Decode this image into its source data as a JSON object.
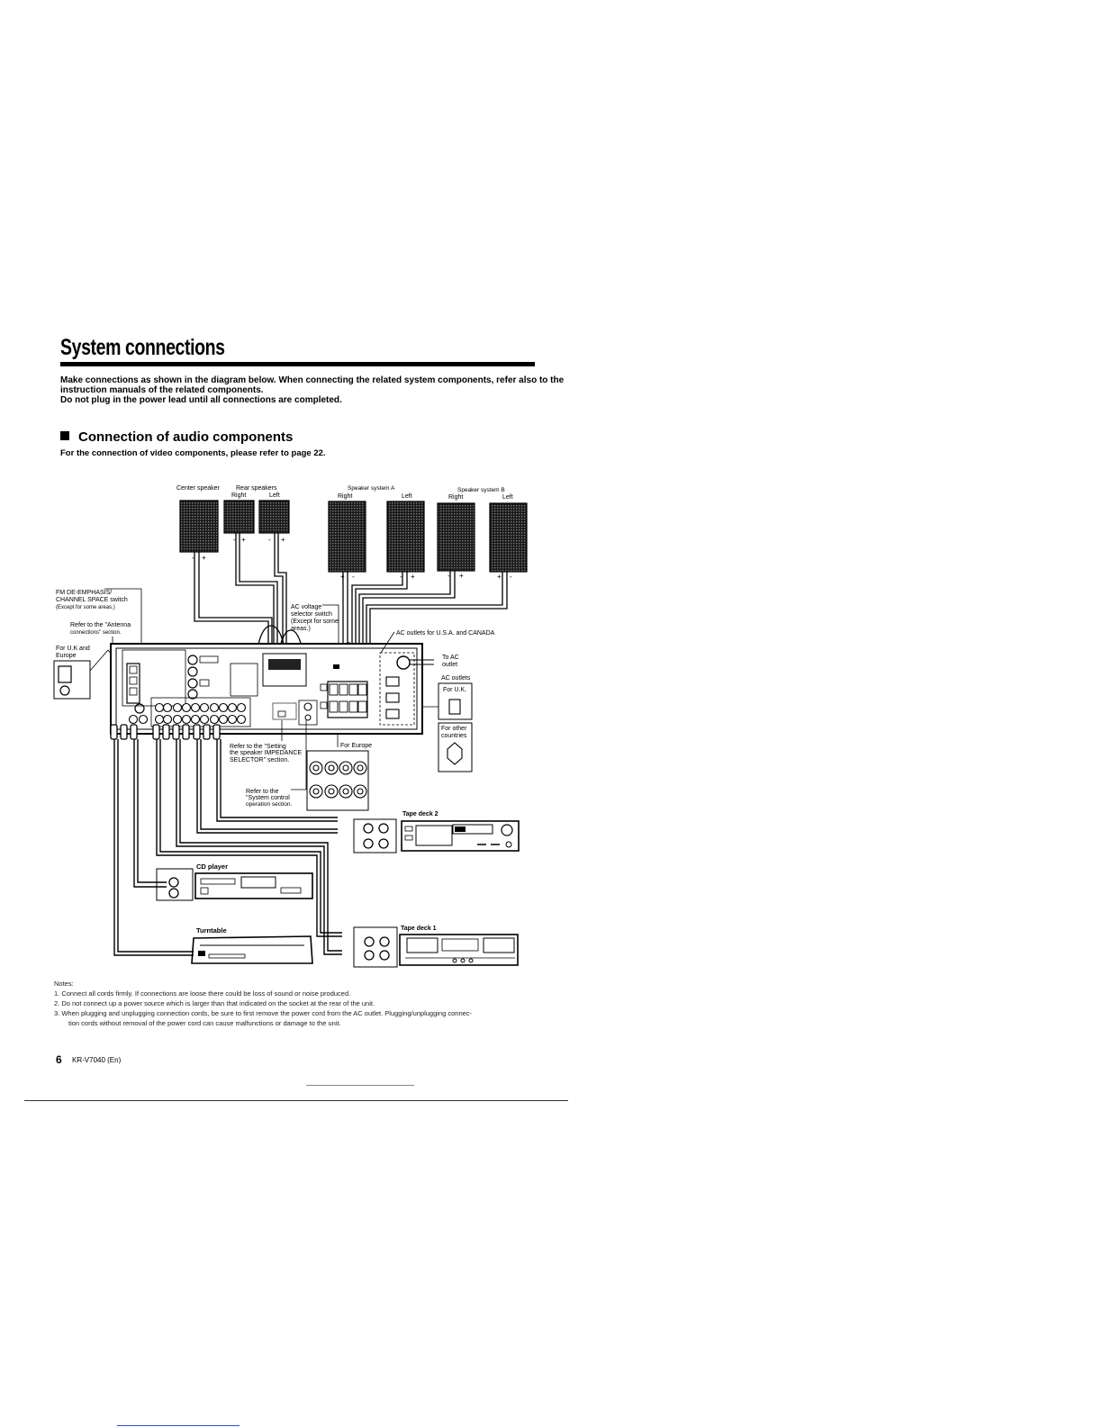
{
  "header": {
    "title": "System connections",
    "intro_line1": "Make connections as shown in the diagram below. When connecting the related system components, refer also to the",
    "intro_line2": "instruction manuals of the related components.",
    "intro_line3": "Do not plug in the power lead until all connections are completed."
  },
  "section": {
    "heading": "Connection of audio components",
    "subtext": "For the connection of video components, please refer to page 22."
  },
  "diagram": {
    "center_speaker": "Center speaker",
    "rear_speakers": "Rear speakers",
    "speaker_a": "Speaker system A",
    "speaker_b": "Speaker system B",
    "right": "Right",
    "left": "Left",
    "fm_line1": "FM DE-EMPHASIS/",
    "fm_line2": "CHANNEL SPACE switch",
    "fm_line3": "(Except for some areas.)",
    "antenna_line1": "Refer to the \"Antenna",
    "antenna_line2": "connections\" section.",
    "uk_line1": "For U.K and",
    "uk_line2": "Europe",
    "ac_voltage_line1": "AC voltage",
    "ac_voltage_line2": "selector switch",
    "ac_voltage_line3": "(Except for some",
    "ac_voltage_line4": "areas.)",
    "ac_outlets_usa": "AC outlets for U.S.A. and CANADA",
    "to_ac_line1": "To AC",
    "to_ac_line2": "outlet",
    "ac_outlets": "AC outlets",
    "for_uk": "For U.K.",
    "other_line1": "For other",
    "other_line2": "countries",
    "impedance_line1": "Refer to the \"Setting",
    "impedance_line2": "the speaker IMPEDANCE",
    "impedance_line3": "SELECTOR\" section.",
    "for_europe": "For Europe",
    "sysctrl_line1": "Refer to the",
    "sysctrl_line2": "\"System control",
    "sysctrl_line3": "operation section.",
    "tape_deck_2": "Tape deck 2",
    "cd_player": "CD player",
    "tape_deck_1": "Tape deck 1",
    "turntable": "Turntable",
    "plus": "+",
    "minus": "-"
  },
  "notes": {
    "heading": "Notes:",
    "items": [
      "1.  Connect all cords firmly. If connections are loose there could be loss of sound or noise produced.",
      "2.  Do not connect up a power source which is larger than that indicated on the socket at the rear of the unit.",
      "3.  When plugging and unplugging connection cords, be sure to first remove the power cord from the AC outlet. Plugging/unplugging connec-",
      "tion cords without removal of the power cord can cause malfunctions or damage to the unit."
    ]
  },
  "footer": {
    "page_number": "6",
    "model": "KR-V7040 (En)"
  }
}
